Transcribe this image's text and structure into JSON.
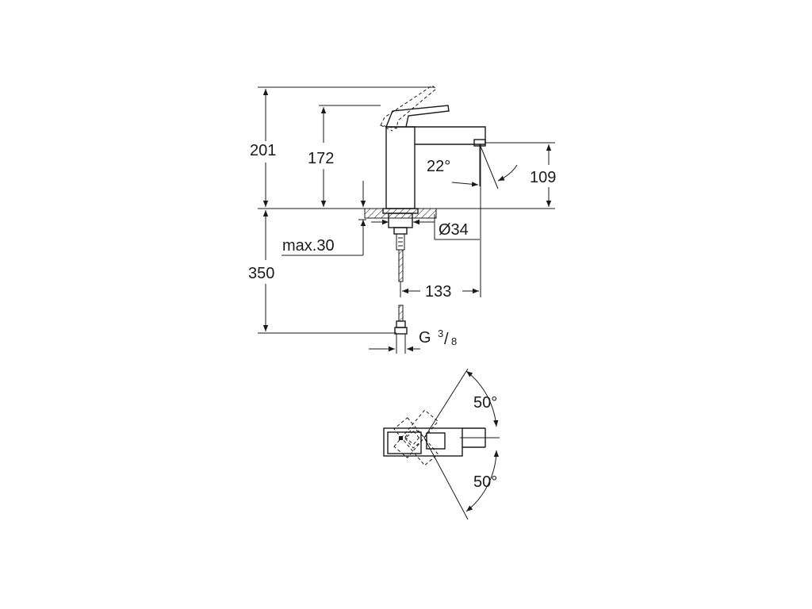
{
  "dimensions": {
    "total_height": "201",
    "spout_height": "172",
    "spout_angle": "22°",
    "outlet_height": "109",
    "hole_diameter": "Ø34",
    "max_thickness": "max.30",
    "hose_length": "350",
    "spout_reach": "133",
    "connection_G": "G",
    "connection_num": "3",
    "connection_slash": "/",
    "connection_den": "8",
    "rotation_left": "50°",
    "rotation_right": "50°"
  }
}
